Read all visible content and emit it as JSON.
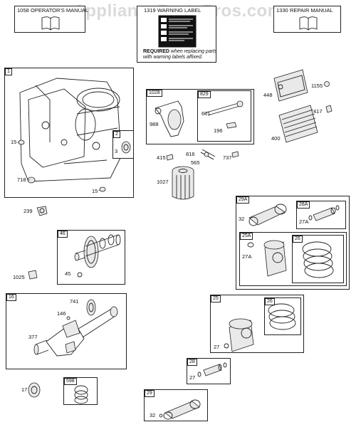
{
  "watermark": "AppliancePartsPros.com",
  "manuals": {
    "operators": {
      "number": "1058",
      "title": "OPERATOR'S MANUAL"
    },
    "warning": {
      "number": "1319",
      "title": "WARNING LABEL",
      "required_bold": "REQUIRED",
      "required_rest": " when replacing parts",
      "required_line2": "with warning labels affixed."
    },
    "repair": {
      "number": "1330",
      "title": "REPAIR MANUAL"
    }
  },
  "group_tags": {
    "g1": "1",
    "g2": "2",
    "g1028": "1028",
    "g829": "829",
    "g46": "46",
    "g16": "16",
    "g598": "598",
    "g29a": "29A",
    "g28a": "28A",
    "g25a": "25A",
    "g26a": "26",
    "g25": "25",
    "g26b": "26",
    "g28": "28",
    "g29": "29"
  },
  "part_labels": {
    "p15a": "15",
    "p718": "718",
    "p15b": "15",
    "p3": "3",
    "p239": "239",
    "p988": "988",
    "p601": "601",
    "p196": "196",
    "p415": "415",
    "p816": "816",
    "p565": "565",
    "p737": "737",
    "p1027": "1027",
    "p448": "448",
    "p1155": "1155",
    "p417": "417",
    "p400": "400",
    "p32a": "32",
    "p27a_a": "27A",
    "p27a_b": "27A",
    "p1025": "1025",
    "p45": "45",
    "p741": "741",
    "p146": "146",
    "p377": "377",
    "p17": "17",
    "p27b": "27",
    "p27c": "27",
    "p32b": "32"
  }
}
